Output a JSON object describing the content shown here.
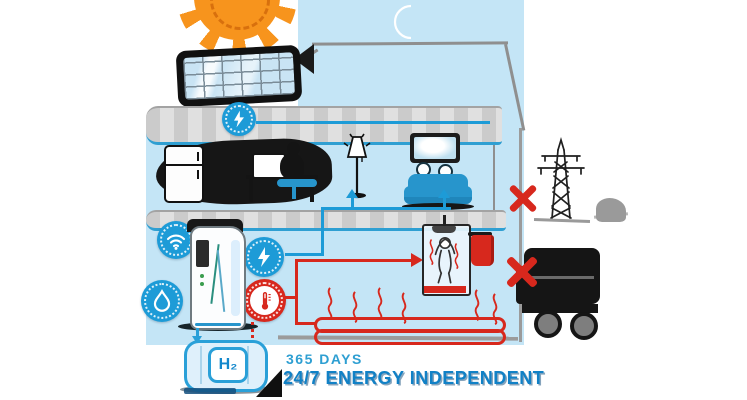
{
  "caption": {
    "line1": "365 DAYS",
    "line2": "24/7 ENERGY INDEPENDENT"
  },
  "hydrogen_tank": {
    "label": "H₂"
  },
  "icons": {
    "day": "sun-icon",
    "night": "crescent-moon-icon",
    "solar": "solar-panel-icon",
    "electricity": "lightning-bolt-icon",
    "connectivity": "wifi-icon",
    "water": "water-drop-icon",
    "heat": "thermometer-icon",
    "grid_power_crossed_out": "transmission-tower-icon with red-x-icon",
    "fuel_delivery_crossed_out": "tanker-truck-icon with red-x-icon"
  },
  "colors": {
    "sky_blue": "#c4e5f6",
    "accent_blue": "#1d9bd7",
    "accent_red": "#d7281d",
    "sun_orange": "#f7941d",
    "ink": "#1b1b1b",
    "beam_gray": "#d6d6d6",
    "caption_primary": "#1181c6",
    "caption_secondary": "#2e9fd2"
  }
}
